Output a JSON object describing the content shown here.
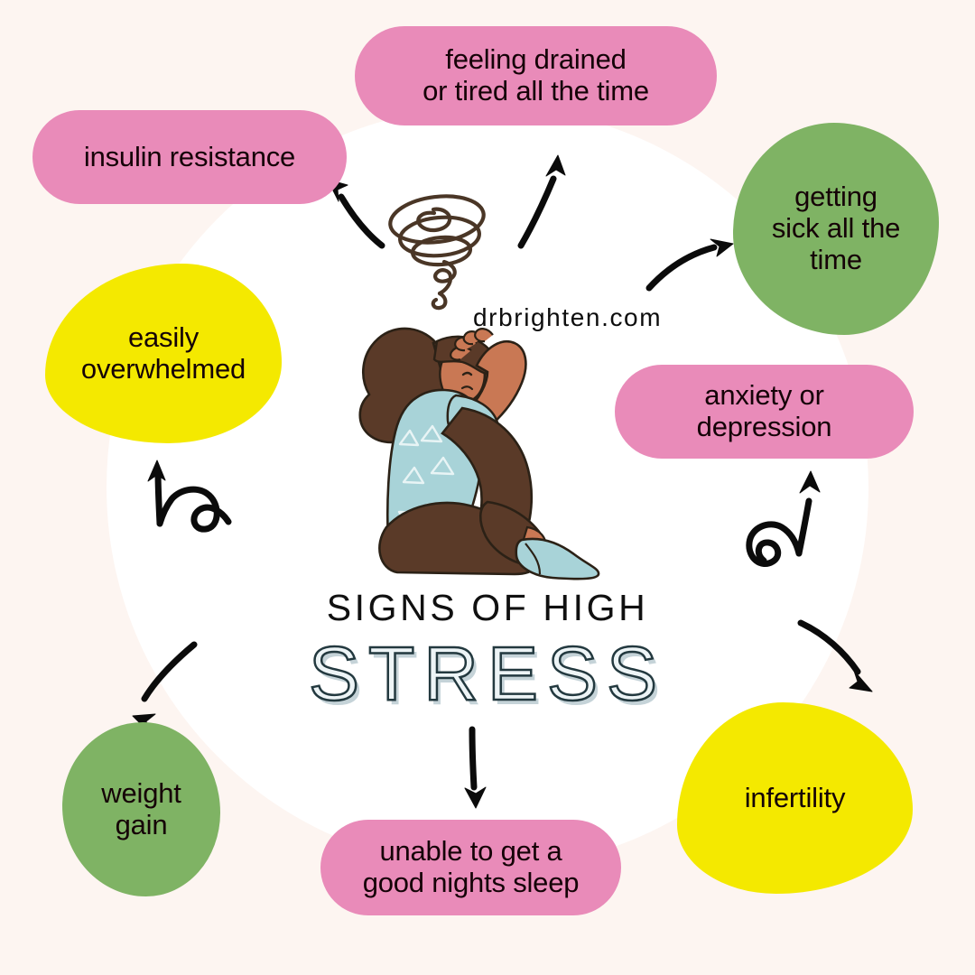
{
  "meta": {
    "background_color": "#FDF5F1",
    "circle_color": "#FFFFFF"
  },
  "palette": {
    "pink": "#E98BB9",
    "green": "#7FB364",
    "yellow": "#F4E900",
    "text_dark": "#150207",
    "stress_fill": "#EDF4F6",
    "stress_outline": "#23393F"
  },
  "headings": {
    "line1": "SIGNS OF HIGH",
    "line2": "STRESS"
  },
  "watermark": {
    "url": "drbrighten.com"
  },
  "illustration": {
    "name": "woman-head-in-hands",
    "squiggle": "stress-spiral-squiggle",
    "hair_color": "#5A3A28",
    "skin_color": "#C97854",
    "shirt_color": "#A8D3D8",
    "pants_color": "#5A3A28",
    "shoe_color": "#A8D3D8"
  },
  "labels": [
    {
      "id": "drained",
      "text": "feeling drained\nor tired all the time",
      "color": "#E98BB9",
      "shape": "pill"
    },
    {
      "id": "insulin",
      "text": "insulin resistance",
      "color": "#E98BB9",
      "shape": "pill"
    },
    {
      "id": "sick",
      "text": "getting\nsick all the\ntime",
      "color": "#7FB364",
      "shape": "blob"
    },
    {
      "id": "overwhelmed",
      "text": "easily\noverwhelmed",
      "color": "#F4E900",
      "shape": "blob"
    },
    {
      "id": "anxiety",
      "text": "anxiety or\ndepression",
      "color": "#E98BB9",
      "shape": "pill"
    },
    {
      "id": "weight",
      "text": "weight\ngain",
      "color": "#7FB364",
      "shape": "blob"
    },
    {
      "id": "infertility",
      "text": "infertility",
      "color": "#F4E900",
      "shape": "blob"
    },
    {
      "id": "sleep",
      "text": "unable to get a\ngood nights sleep",
      "color": "#E98BB9",
      "shape": "pill"
    }
  ],
  "arrows": [
    {
      "id": "arrow-to-insulin",
      "direction": "up-left",
      "style": "curved"
    },
    {
      "id": "arrow-to-drained",
      "direction": "up-right",
      "style": "straight-curved"
    },
    {
      "id": "arrow-to-sick",
      "direction": "right",
      "style": "curved"
    },
    {
      "id": "arrow-to-overwhelmed",
      "direction": "up-left",
      "style": "curly-loop"
    },
    {
      "id": "arrow-to-anxiety",
      "direction": "up",
      "style": "curly-loop"
    },
    {
      "id": "arrow-to-weight",
      "direction": "down-left",
      "style": "curved"
    },
    {
      "id": "arrow-to-infertility",
      "direction": "down-right",
      "style": "curved"
    },
    {
      "id": "arrow-to-sleep",
      "direction": "down",
      "style": "straight"
    }
  ]
}
